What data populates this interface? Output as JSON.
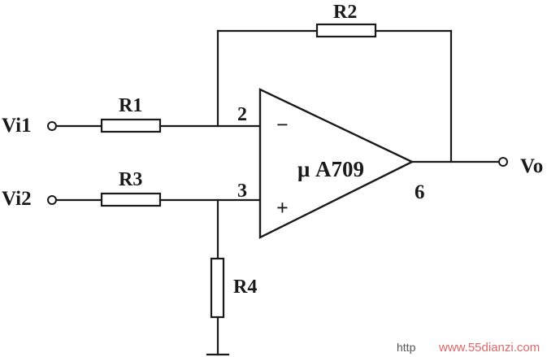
{
  "labels": {
    "vi1": "Vi1",
    "vi2": "Vi2",
    "vo": "Vo",
    "r1": "R1",
    "r2": "R2",
    "r3": "R3",
    "r4": "R4",
    "opamp": "μ A709",
    "pin_inverting": "2",
    "pin_noninverting": "3",
    "pin_output": "6",
    "minus_sign": "−",
    "plus_sign": "+"
  },
  "watermark": {
    "prefix": "http",
    "url": "www.55dianzi.com"
  }
}
